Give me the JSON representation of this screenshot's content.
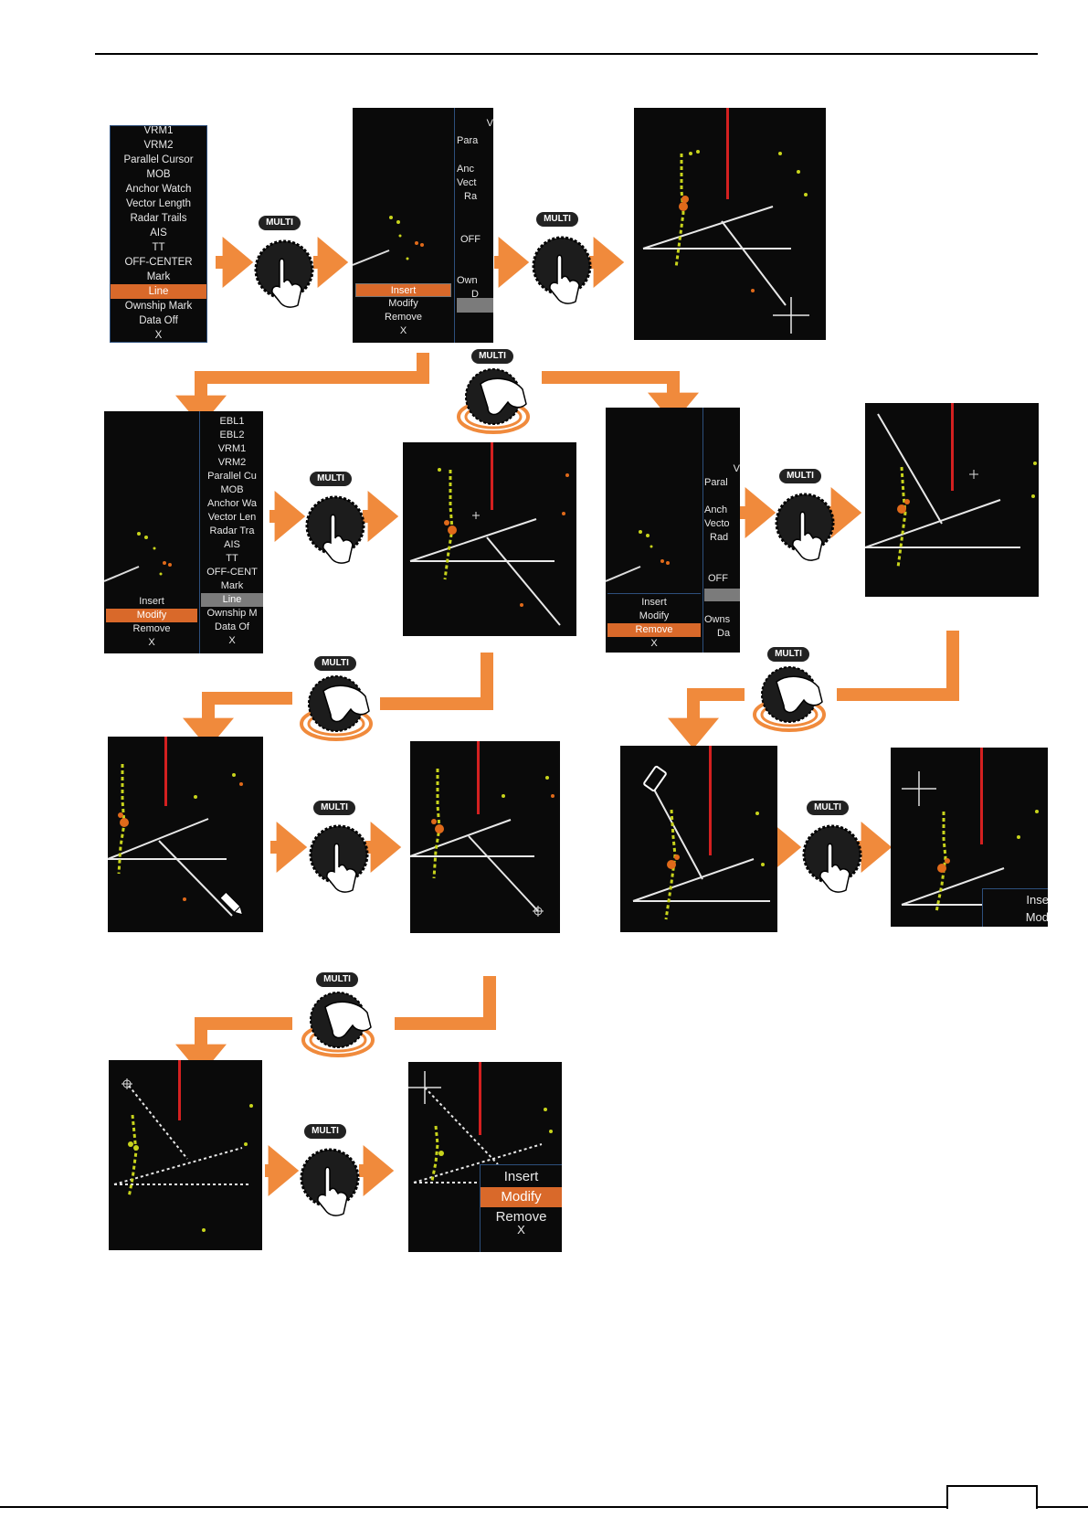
{
  "knob_label": "MULTI",
  "menu_main": [
    "VRM1",
    "VRM2",
    "Parallel Cursor",
    "MOB",
    "Anchor Watch",
    "Vector Length",
    "Radar Trails",
    "AIS",
    "TT",
    "OFF-CENTER",
    "Mark",
    "Line",
    "Ownship Mark",
    "Data Off",
    "X"
  ],
  "menu_main_selected": "Line",
  "line_menu": [
    "Insert",
    "Modify",
    "Remove",
    "X"
  ],
  "p2_right_fragments": [
    "V",
    "Para",
    "Anc",
    "Vect",
    "Ra",
    "OFF",
    "Own",
    "D"
  ],
  "p5_menu": [
    "EBL1",
    "EBL2",
    "VRM1",
    "VRM2",
    "Parallel Cu",
    "MOB",
    "Anchor Wa",
    "Vector Len",
    "Radar Tra",
    "AIS",
    "TT",
    "OFF-CENT",
    "Mark",
    "Line",
    "Ownship M",
    "Data Of",
    "X"
  ],
  "p7_right_fragments": [
    "V",
    "Paral",
    "Anch",
    "Vecto",
    "Rad",
    "OFF",
    "Owns",
    "Da"
  ],
  "p13_menu": [
    "Inse",
    "Mod"
  ],
  "p15_menu": [
    "Insert",
    "Modify",
    "Remove",
    "X"
  ],
  "colors": {
    "accent": "#f08a3c",
    "selected": "#d9692a",
    "radar_bg": "#0a0a0a",
    "heading_line": "#d42020",
    "echo_yellow": "#c8d41c",
    "echo_orange": "#e06a1a",
    "menu_border": "#2d4f7c"
  }
}
